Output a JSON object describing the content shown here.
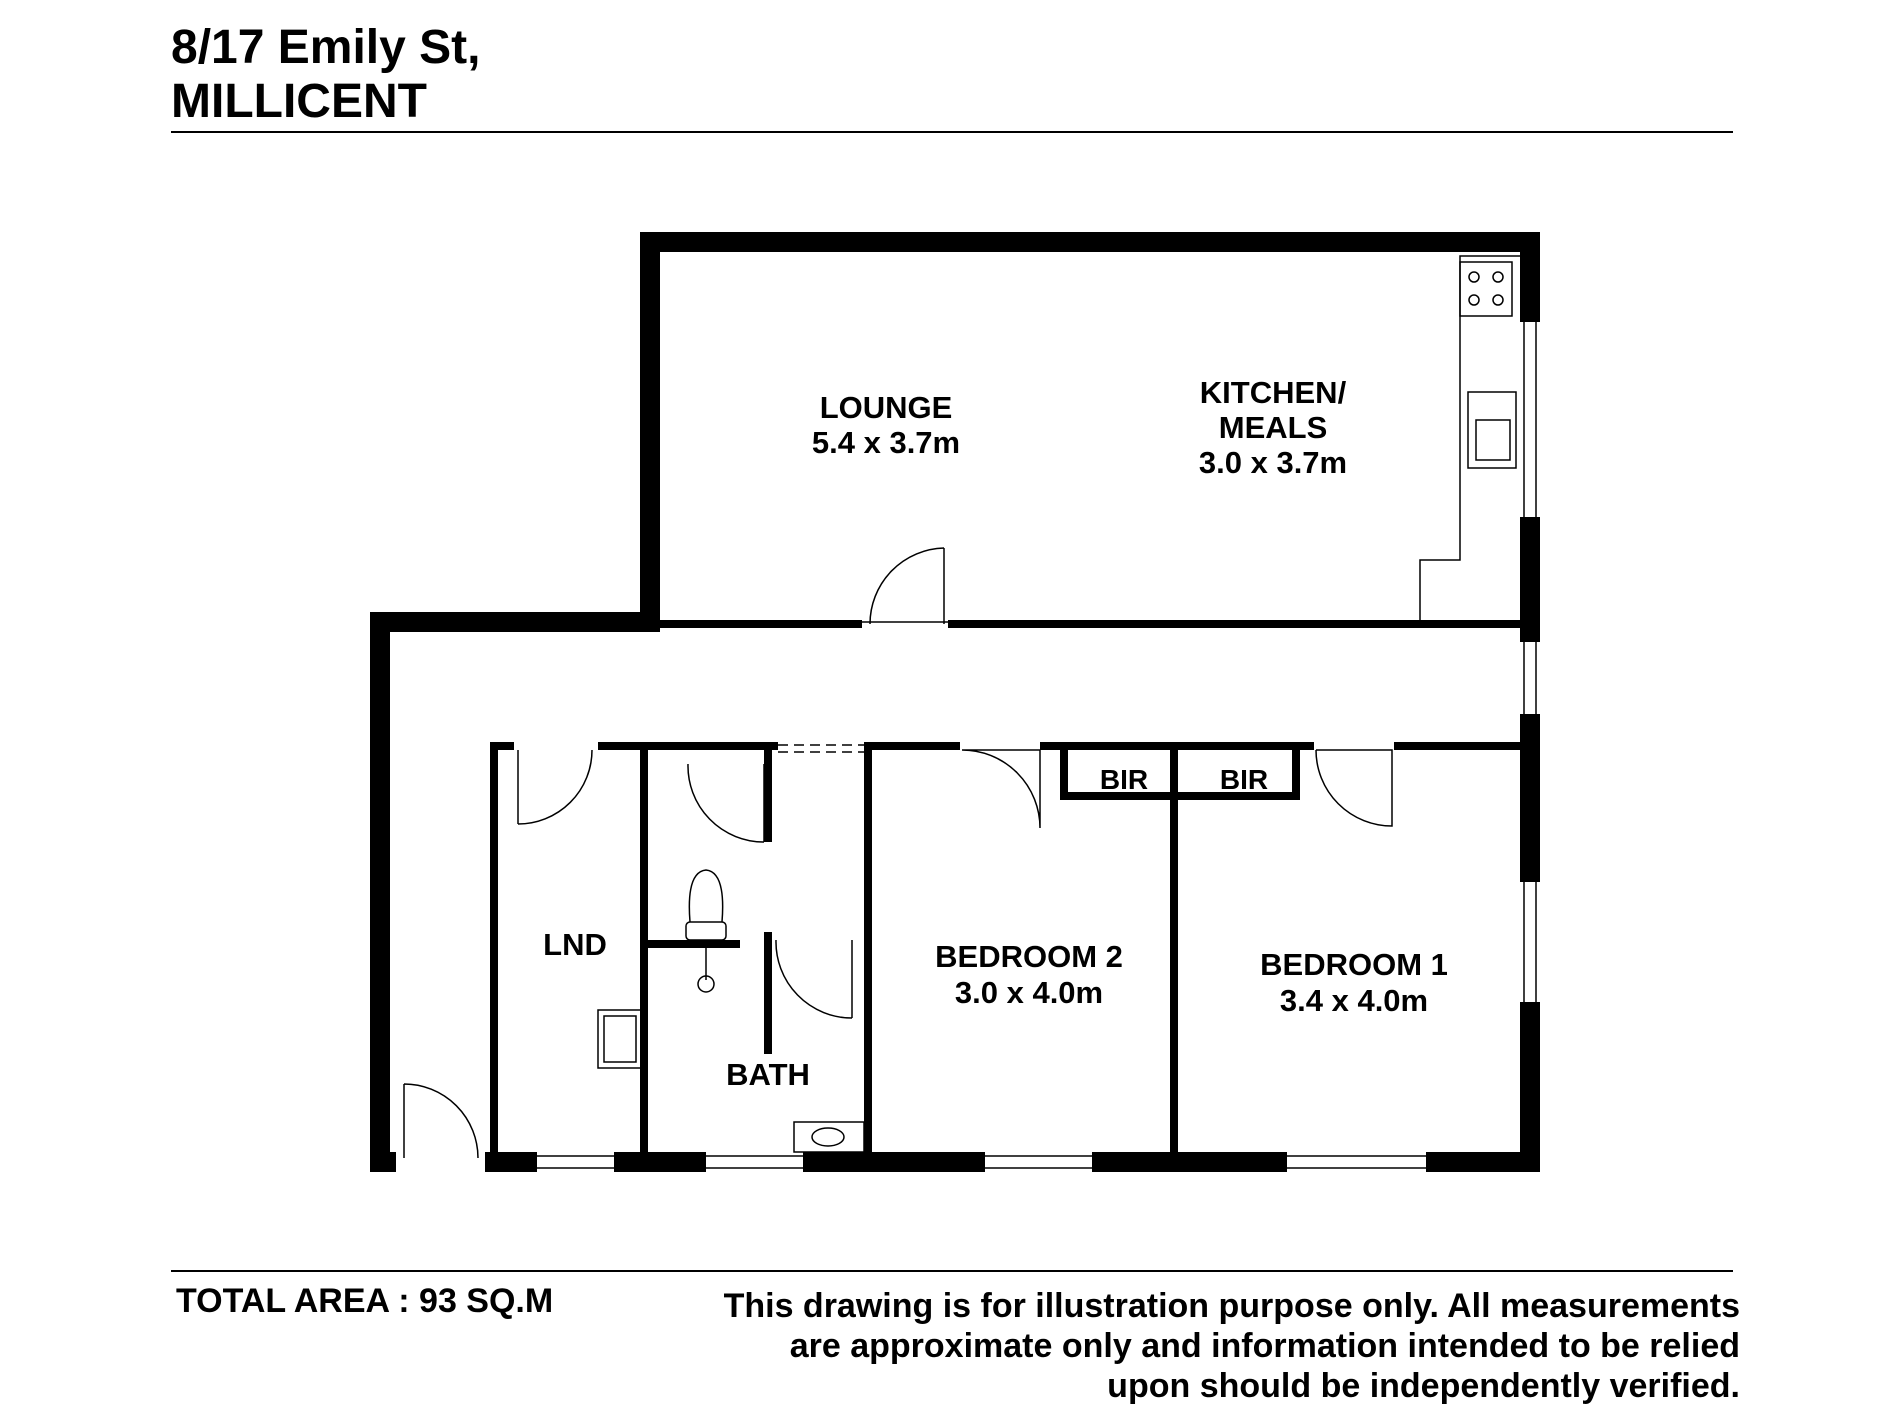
{
  "header": {
    "address_line1": "8/17 Emily St,",
    "address_line2": "MILLICENT"
  },
  "rooms": {
    "lounge": {
      "name": "LOUNGE",
      "size": "5.4 x 3.7m"
    },
    "kitchen": {
      "name_line1": "KITCHEN/",
      "name_line2": "MEALS",
      "size": "3.0 x 3.7m"
    },
    "lnd": {
      "name": "LND"
    },
    "bath": {
      "name": "BATH"
    },
    "bedroom2": {
      "name": "BEDROOM 2",
      "size": "3.0 x 4.0m"
    },
    "bedroom1": {
      "name": "BEDROOM 1",
      "size": "3.4 x 4.0m"
    },
    "bir_left": {
      "name": "BIR"
    },
    "bir_right": {
      "name": "BIR"
    }
  },
  "footer": {
    "total_area": "TOTAL AREA : 93 SQ.M",
    "disclaimer_line1": "This drawing is for illustration purpose only. All measurements",
    "disclaimer_line2": "are approximate only and information intended to be relied",
    "disclaimer_line3": "upon should be independently verified."
  }
}
